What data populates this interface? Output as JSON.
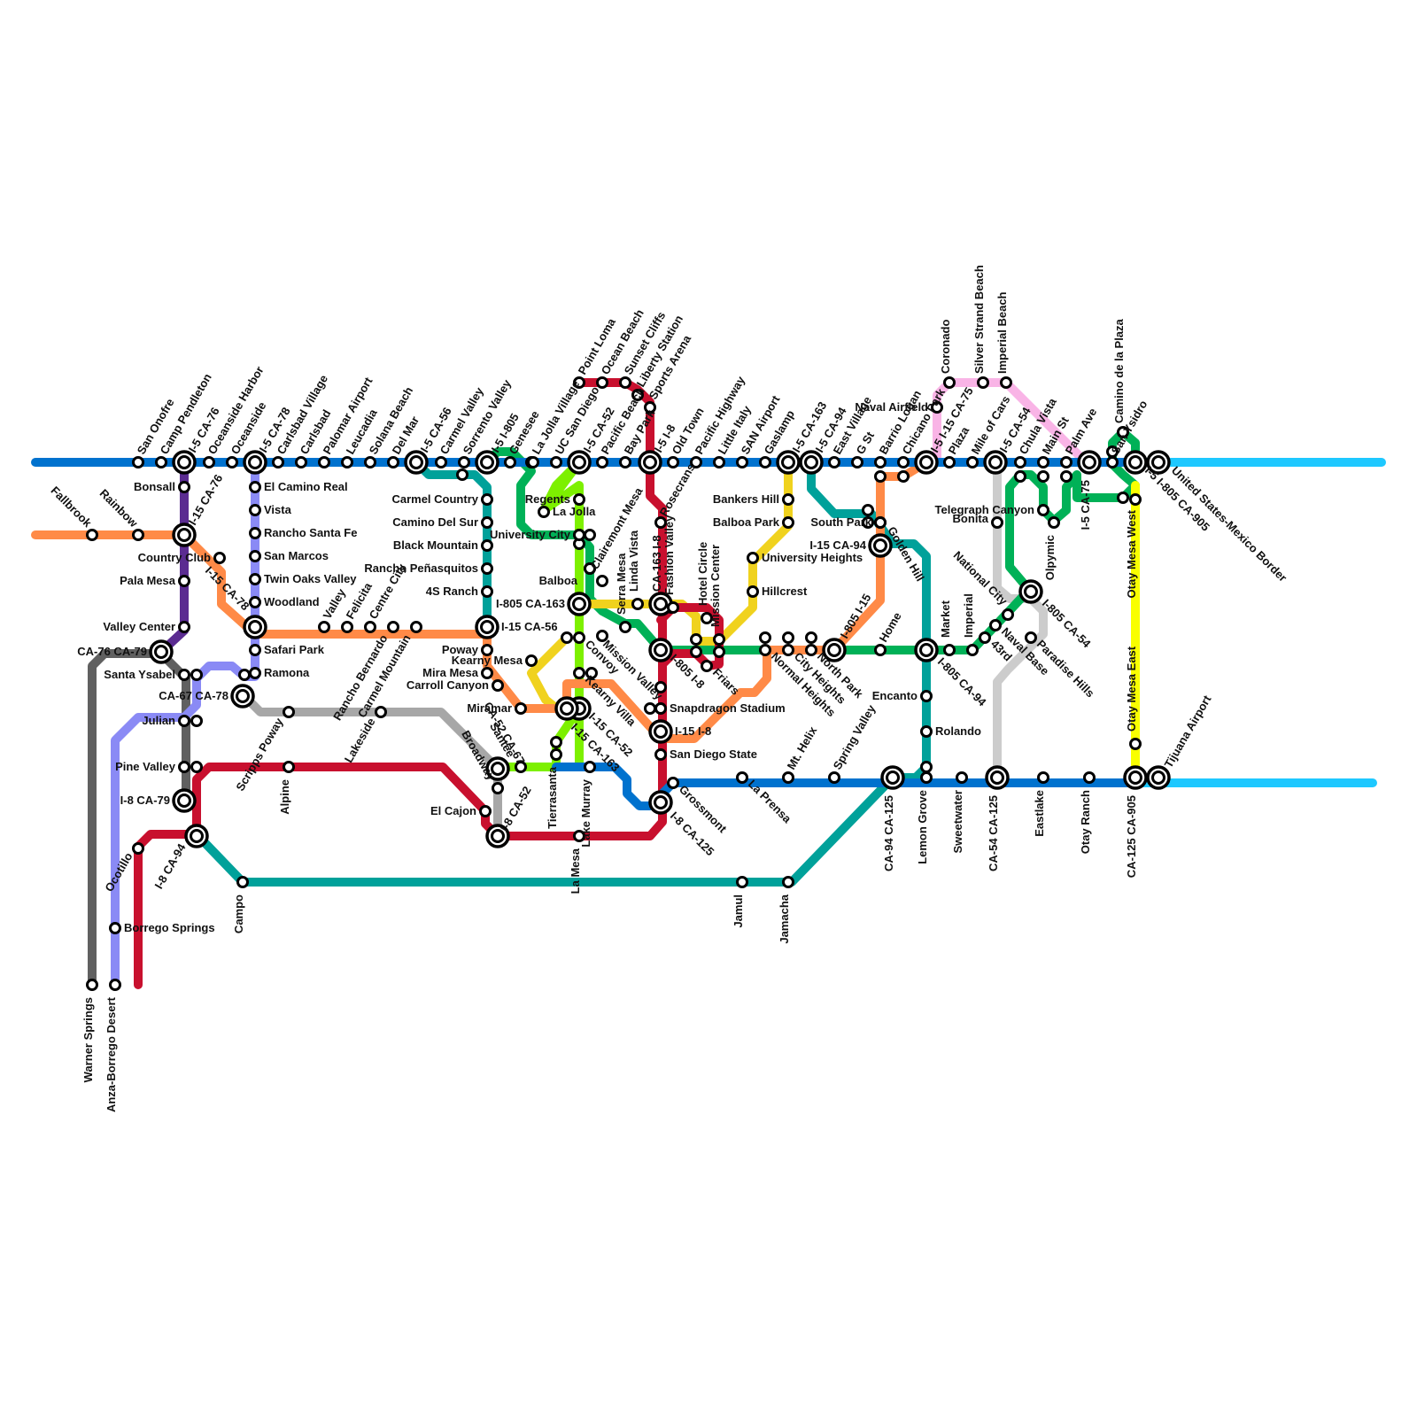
{
  "colors": {
    "i5": "#0072CE",
    "i5_south": "#1EC8FF",
    "i8": "#C8102E",
    "i15": "#FF8A47",
    "ca76": "#5B2C91",
    "ca78": "#8A8AF5",
    "ca79": "#606060",
    "ca67": "#A7A7A7",
    "ca56": "#00A19A",
    "ca52": "#00B157",
    "ca163": "#7DF000",
    "i805": "#F0D21E",
    "ca94": "#00B157",
    "ca75": "#F9B4E6",
    "ca54": "#CCCCCC",
    "ca125": "#F9FF00",
    "ca905": "#FFFF00"
  },
  "stations": {
    "san_onofre": "San Onofre",
    "camp_pendleton": "Camp Pendleton",
    "i5_ca76": "I-5 CA-76",
    "oceanside_harbor": "Oceanside Harbor",
    "oceanside": "Oceanside",
    "i5_ca78": "I-5 CA-78",
    "carlsbad_village": "Carlsbad Village",
    "carlsbad": "Carlsbad",
    "palomar_airport": "Palomar Airport",
    "leucadia": "Leucadia",
    "solana_beach": "Solana Beach",
    "del_mar": "Del Mar",
    "i5_ca56": "I-5 CA-56",
    "carmel_valley": "Carmel Valley",
    "sorrento_valley": "Sorrento Valley",
    "i5_i805": "I-5 I-805",
    "genesee": "Genesee",
    "la_jolla_village": "La Jolla Village",
    "uc_san_diego": "UC San Diego",
    "i5_ca52": "I-5 CA-52",
    "pacific_beach": "Pacific Beach",
    "bay_park": "Bay Park",
    "i5_i8": "I-5 I-8",
    "old_town": "Old Town",
    "pacific_highway": "Pacific Highway",
    "little_italy": "Little Italy",
    "san_airport": "SAN Airport",
    "gaslamp": "Gaslamp",
    "i5_ca163": "I-5 CA-163",
    "i5_ca94": "I-5 CA-94",
    "east_village": "East Village",
    "g_st": "G St",
    "barrio_logan": "Barrio Logan",
    "chicano_park": "Chicano Park",
    "i5_i15_ca75": "I-5 I-15 CA-75",
    "plaza": "Plaza",
    "mile_of_cars": "Mile of Cars",
    "i5_ca54": "I-5 CA-54",
    "chula_vista": "Chula Vista",
    "main_st": "Main St",
    "palm_ave": "Palm Ave",
    "i5_ca75": "I-5 CA-75",
    "camino_de_la_plaza": "Camino de la Plaza",
    "san_ysidro": "San Ysidro",
    "i5_i805_ca905": "I-5 I-805 CA-905",
    "us_mexico_border": "United States-Mexico Border",
    "point_loma": "Point Loma",
    "ocean_beach": "Ocean Beach",
    "sunset_cliffs": "Sunset Cliffs",
    "liberty_station": "Liberty Station",
    "sports_arena": "Sports Arena",
    "coronado": "Coronado",
    "silver_strand_beach": "Silver Strand Beach",
    "imperial_beach": "Imperial Beach",
    "naval_airfield": "Naval Airfield",
    "fallbrook": "Fallbrook",
    "rainbow": "Rainbow",
    "i15_ca76": "I-15 CA-76",
    "bonsall": "Bonsall",
    "country_club": "Country Club",
    "pala_mesa": "Pala Mesa",
    "valley_center": "Valley Center",
    "ca76_ca79": "CA-76 CA-79",
    "i15_ca78": "I-15 CA-78",
    "el_camino_real": "El Camino Real",
    "vista": "Vista",
    "rancho_santa_fe": "Rancho Santa Fe",
    "san_marcos": "San Marcos",
    "twin_oaks_valley": "Twin Oaks Valley",
    "woodland": "Woodland",
    "safari_park": "Safari Park",
    "ramona": "Ramona",
    "santa_ysabel": "Santa Ysabel",
    "ca67_ca78": "CA-67 CA-78",
    "julian": "Julian",
    "pine_valley": "Pine Valley",
    "i8_ca79": "I-8 CA-79",
    "i8_ca94": "I-8 CA-94",
    "ocotillo": "Ocotillo",
    "borrego_springs": "Borrego Springs",
    "warner_springs": "Warner Springs",
    "anza_borrego_desert": "Anza-Borrego Desert",
    "campo": "Campo",
    "scripps_poway": "Scripps Poway",
    "alpine": "Alpine",
    "lakeside": "Lakeside",
    "valley": "Valley",
    "felicita": "Felicita",
    "centre_city": "Centre City",
    "rancho_bernardo": "Rancho Bernardo",
    "carmel_mountain": "Carmel Mountain",
    "carmel_country": "Carmel Country",
    "camino_del_sur": "Camino Del Sur",
    "black_mountain": "Black Mountain",
    "rancho_penasquitos": "Rancho Peñasquitos",
    "4s_ranch": "4S Ranch",
    "i15_ca56": "I-15 CA-56",
    "poway": "Poway",
    "mira_mesa": "Mira Mesa",
    "carroll_canyon": "Carroll Canyon",
    "miramar": "Miramar",
    "regents": "Regents",
    "la_jolla": "La Jolla",
    "university_city": "University City",
    "clairemont_mesa": "Clairemont Mesa",
    "balboa": "Balboa",
    "i805_ca163": "I-805 CA-163",
    "kearny_mesa": "Kearny Mesa",
    "convoy": "Convoy",
    "kearny_villa": "Kearny Villa",
    "i15_ca52": "I-15 CA-52",
    "i15_ca163": "I-15 CA-163",
    "ca52_ca67": "CA-52 CA-67",
    "broadway": "Broadway",
    "santee": "Santee",
    "el_cajon": "El Cajon",
    "i8_ca52": "I-8 CA-52",
    "tierrasanta": "Tierrasanta",
    "lake_murray": "Lake Murray",
    "la_mesa": "La Mesa",
    "serra_mesa": "Serra Mesa",
    "linda_vista": "Linda Vista",
    "mission_valley": "Mission Valley",
    "ca163_i8": "CA-163 I-8",
    "rosecrans": "Rosecrans",
    "fashion_valley": "Fashion Valley",
    "hotel_circle": "Hotel Circle",
    "mission_center": "Mission Center",
    "i805_i8": "I-805 I-8",
    "friars": "Friars",
    "snapdragon_stadium": "Snapdragon Stadium",
    "i15_i8": "I-15 I-8",
    "san_diego_state": "San Diego State",
    "grossmont": "Grossmont",
    "i8_ca125": "I-8 CA-125",
    "bankers_hill": "Bankers Hill",
    "balboa_park": "Balboa Park",
    "university_heights": "University Heights",
    "hillcrest": "Hillcrest",
    "normal_heights": "Normal Heights",
    "city_heights": "City Heights",
    "north_park": "North Park",
    "i805_i15": "I-805 I-15",
    "south_park": "South Park",
    "golden_hill": "Golden Hill",
    "i15_ca94": "I-15 CA-94",
    "home": "Home",
    "i805_ca94": "I-805 CA-94",
    "market": "Market",
    "imperial": "Imperial",
    "43rd": "43rd",
    "naval_base": "Naval Base",
    "national_city": "National City",
    "i805_ca54": "I-805 CA-54",
    "paradise_hills": "Paradise Hills",
    "telegraph_canyon": "Telegraph Canyon",
    "bonita": "Bonita",
    "olpymic": "Olpymic",
    "encanto": "Encanto",
    "rolando": "Rolando",
    "spring_valley": "Spring Valley",
    "mt_helix": "Mt. Helix",
    "la_prensa": "La Prensa",
    "ca94_ca125": "CA-94 CA-125",
    "lemon_grove": "Lemon Grove",
    "sweetwater": "Sweetwater",
    "ca54_ca125": "CA-54 CA-125",
    "eastlake": "Eastlake",
    "otay_ranch": "Otay Ranch",
    "ca125_ca905": "CA-125 CA-905",
    "tijuana_airport": "Tijuana Airport",
    "otay_mesa_west": "Otay Mesa West",
    "otay_mesa_east": "Otay Mesa East",
    "jamul": "Jamul",
    "jamacha": "Jamacha"
  }
}
